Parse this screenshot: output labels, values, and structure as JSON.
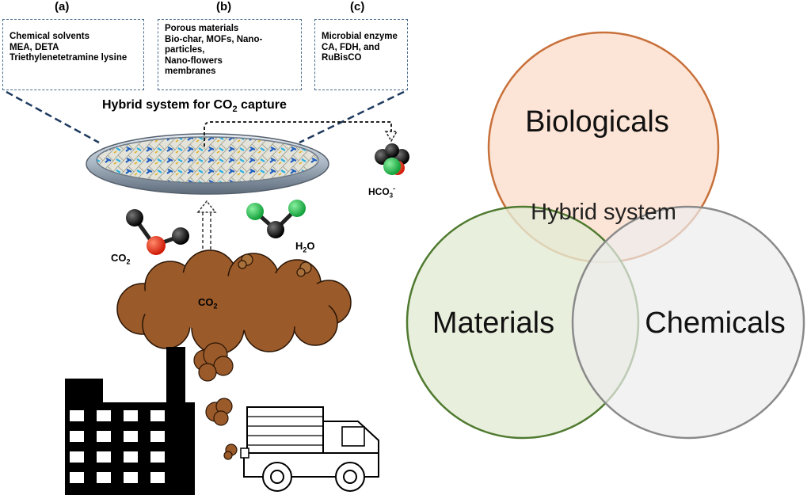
{
  "panels": {
    "a": {
      "letter": "(a)",
      "lines": [
        "Chemical solvents",
        "MEA, DETA",
        "Triethylenetetramine lysine"
      ]
    },
    "b": {
      "letter": "(b)",
      "lines": [
        "Porous materials",
        "Bio-char, MOFs, Nano-",
        "particles,",
        "Nano-flowers",
        "membranes"
      ]
    },
    "c": {
      "letter": "(c)",
      "lines": [
        "Microbial  enzyme",
        "CA, FDH, and",
        "RuBisCO"
      ]
    }
  },
  "title": {
    "main": "Hybrid system for CO",
    "sub": "2",
    "tail": " capture"
  },
  "labels": {
    "co2_molecule": {
      "main": "CO",
      "sub": "2"
    },
    "h2o": {
      "pre": "H",
      "sub": "2",
      "post": "O"
    },
    "hco3": {
      "main": "HCO",
      "sub": "3",
      "sup": "-"
    },
    "cloud_co2": {
      "main": "CO",
      "sub": "2"
    }
  },
  "venn": {
    "biologicals": "Biologicals",
    "materials": "Materials",
    "chemicals": "Chemicals",
    "center": "Hybrid system"
  },
  "colors": {
    "biologicals_fill": "#fbe1cf",
    "biologicals_stroke": "#c8703a",
    "materials_fill": "#e3ebd5",
    "materials_stroke": "#4f7a2f",
    "chemicals_fill": "#ececec",
    "chemicals_stroke": "#8a8a8a",
    "dashed_box": "#4a6a8a",
    "cloud": "#9a5a2a",
    "oxygen": "#e02010",
    "green_atom": "#22b24c"
  }
}
